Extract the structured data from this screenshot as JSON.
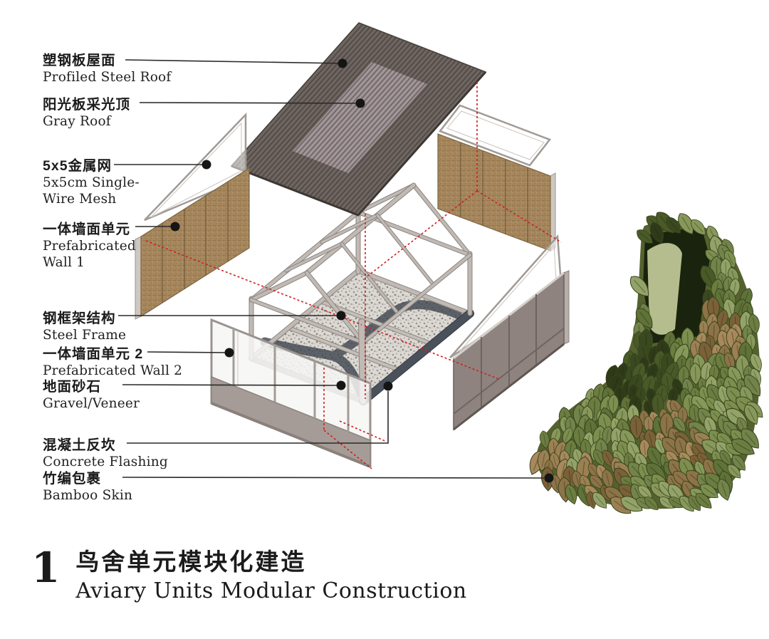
{
  "figure_title": {
    "number": "1",
    "zh": "鸟舍单元模块化建造",
    "en": "Aviary Units Modular Construction"
  },
  "labels": [
    {
      "zh": "塑钢板屋面",
      "en_lines": [
        "Profiled Steel Roof"
      ]
    },
    {
      "zh": "阳光板采光顶",
      "en_lines": [
        "Gray Roof"
      ]
    },
    {
      "zh": "5x5金属网",
      "en_lines": [
        "5x5cm Single-",
        "Wire Mesh"
      ]
    },
    {
      "zh": "一体墙面单元",
      "en_lines": [
        "Prefabricated",
        "Wall 1"
      ]
    },
    {
      "zh": "钢框架结构",
      "en_lines": [
        "Steel Frame"
      ]
    },
    {
      "zh": "一体墙面单元 2",
      "en_lines": [
        "Prefabricated Wall 2"
      ]
    },
    {
      "zh": "地面砂石",
      "en_lines": [
        "Gravel/Veneer"
      ]
    },
    {
      "zh": "混凝土反坎",
      "en_lines": [
        "Concrete Flashing"
      ]
    },
    {
      "zh": "竹编包裹",
      "en_lines": [
        "Bamboo Skin"
      ]
    }
  ],
  "colors": {
    "background": "#ffffff",
    "text": "#1b1b1b",
    "leader_line": "#2a2a2a",
    "alignment_red": "#cc2020",
    "roof_gray": "#6f6661",
    "skylight_mauve": "#a39699",
    "wall_brown": "#a6875d",
    "steel_gray": "#c0b9b4",
    "gravel_light": "#dcd9d4",
    "flashing_dark": "#4a515b",
    "panel_taupe": "#8e837f",
    "bamboo_green": "#7d8f4f",
    "bamboo_brown": "#8d7347",
    "bamboo_shadow": "#1a230d"
  }
}
